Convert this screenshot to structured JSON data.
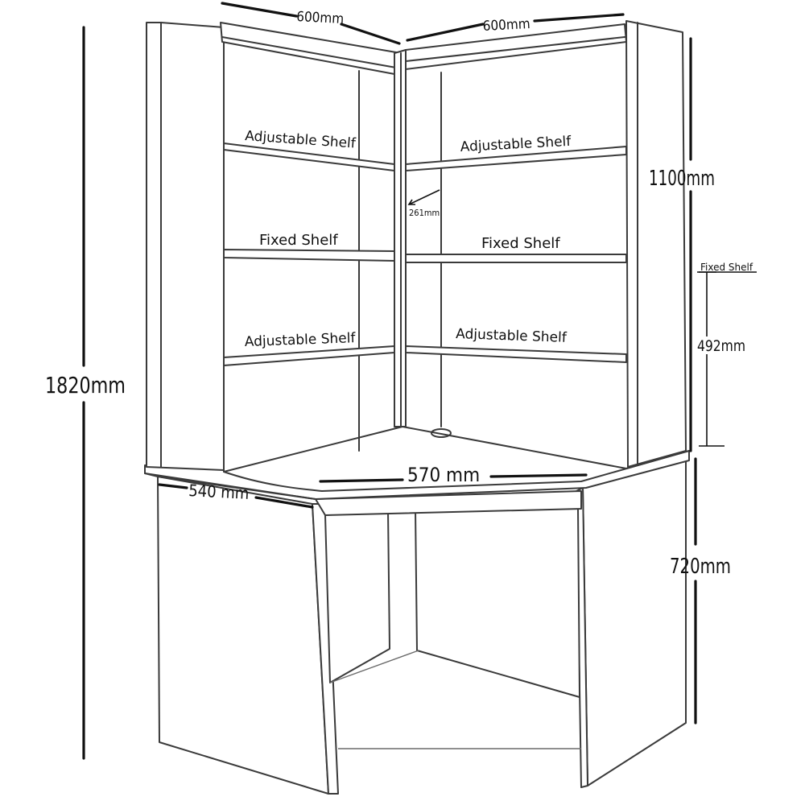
{
  "labels": {
    "left_upper_adjustable": "Adjustable Shelf",
    "right_upper_adjustable": "Adjustable Shelf",
    "left_fixed": "Fixed Shelf",
    "right_fixed": "Fixed Shelf",
    "left_lower_adjustable": "Adjustable Shelf",
    "right_lower_adjustable": "Adjustable Shelf",
    "side_fixed": "Fixed Shelf"
  },
  "dimensions": {
    "top_left_width": "600mm",
    "top_right_width": "600mm",
    "total_height": "1820mm",
    "hutch_height": "1100mm",
    "shelf_gap": "492mm",
    "shelf_depth": "261mm",
    "desk_front": "570 mm",
    "desk_side": "540 mm",
    "desk_height": "720mm"
  }
}
